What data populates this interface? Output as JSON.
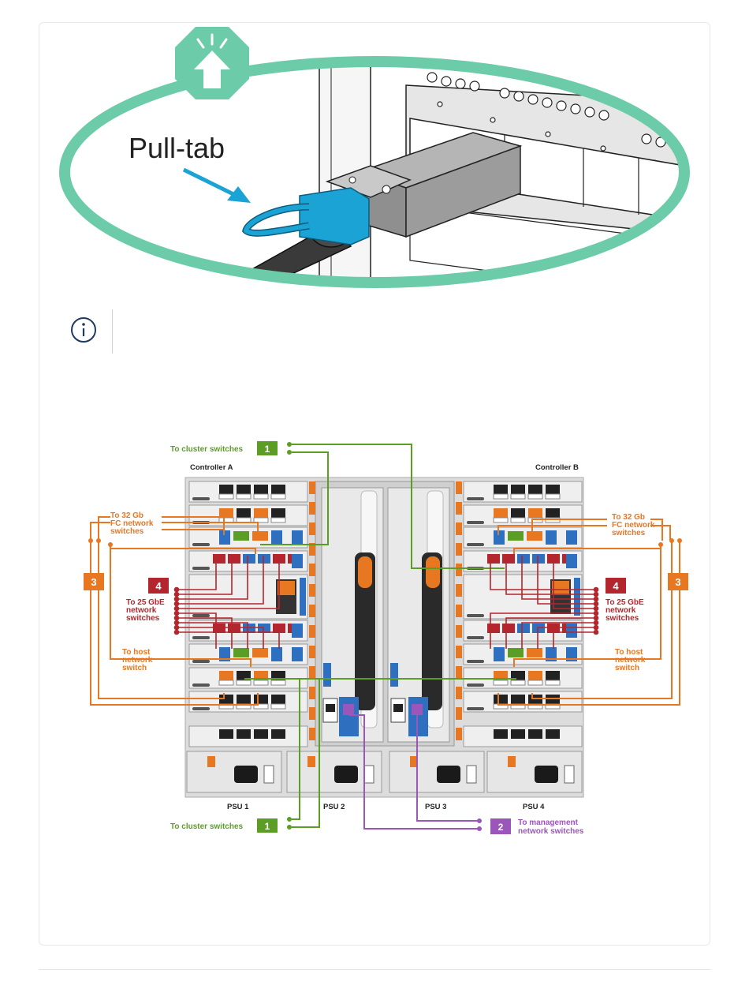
{
  "pulltab": {
    "label": "Pull-tab"
  },
  "note": {
    "icon": "info-circle-icon"
  },
  "diagram": {
    "controller_a": "Controller A",
    "controller_b": "Controller B",
    "cluster_top": "To cluster switches",
    "cluster_bottom": "To cluster switches",
    "badge1": "1",
    "badge2": "2",
    "badge3": "3",
    "badge4": "4",
    "fc_line1": "To 32 Gb",
    "fc_line2": "FC network",
    "fc_line3": "switches",
    "gbe_line1": "To 25 GbE",
    "gbe_line2": "network",
    "gbe_line3": "switches",
    "host_line1": "To host",
    "host_line2": "network",
    "host_line3": "switch",
    "mgmt_line1": "To management",
    "mgmt_line2": "network switches",
    "psu1": "PSU 1",
    "psu2": "PSU 2",
    "psu3": "PSU 3",
    "psu4": "PSU 4",
    "colors": {
      "green": "#5c9d26",
      "orange": "#e87722",
      "red": "#b3262d",
      "purple": "#9a56b8",
      "teal": "#6ccba9",
      "blue": "#1aa3d4"
    }
  }
}
